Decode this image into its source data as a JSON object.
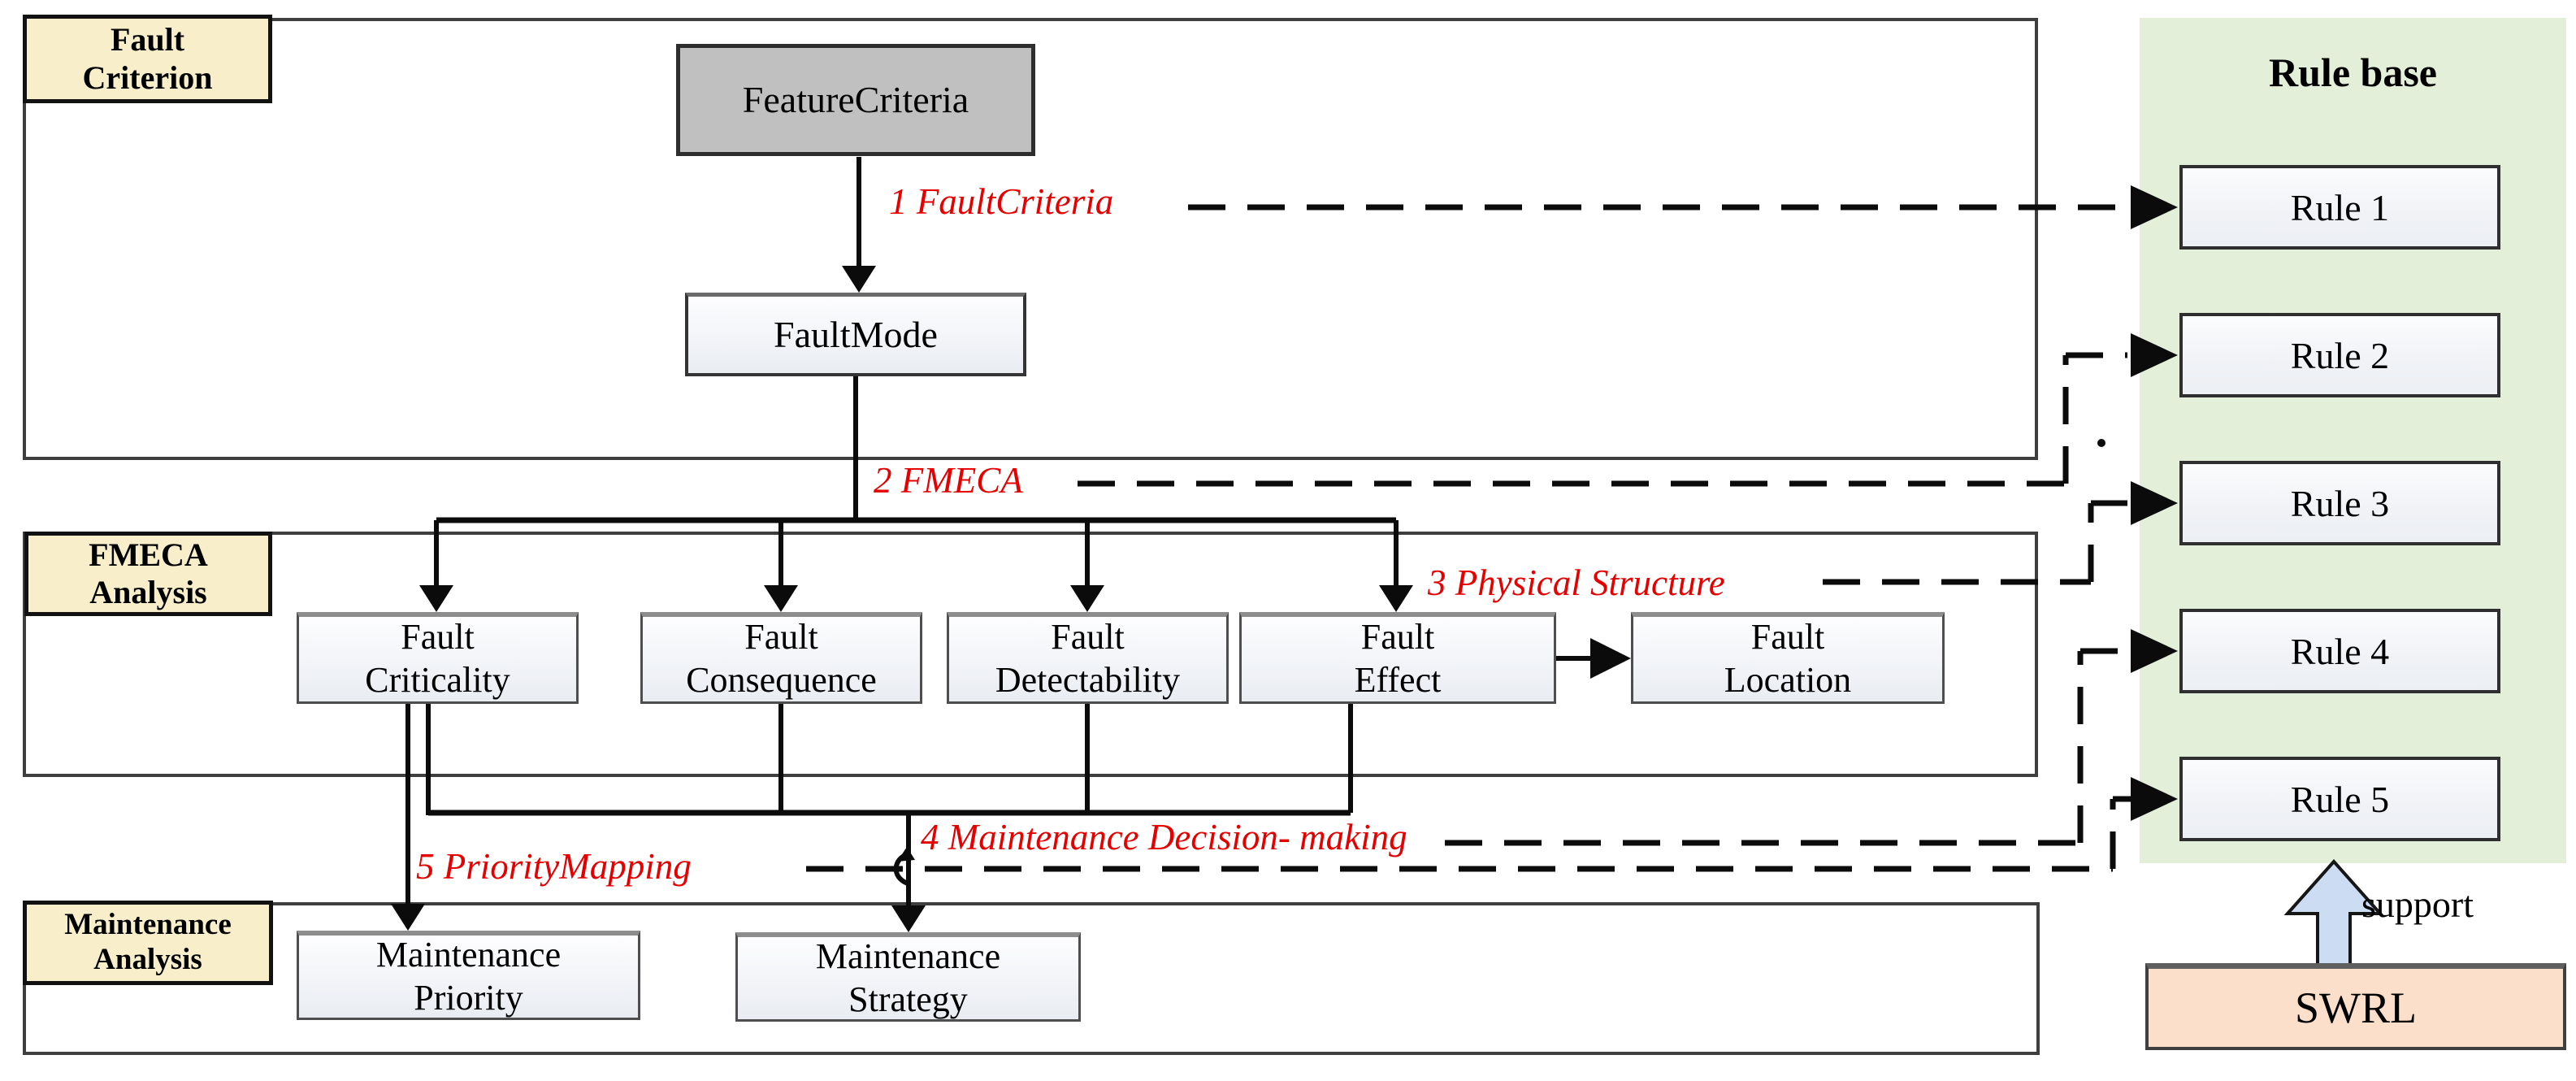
{
  "sections": [
    {
      "label_lines": [
        "Fault",
        "Criterion"
      ]
    },
    {
      "label_lines": [
        "FMECA",
        "Analysis"
      ]
    },
    {
      "label_lines": [
        "Maintenance",
        "Analysis"
      ]
    }
  ],
  "nodes": {
    "feature_criteria": {
      "label": "FeatureCriteria"
    },
    "fault_mode": {
      "label": "FaultMode"
    },
    "fault_criticality": {
      "label_lines": [
        "Fault",
        "Criticality"
      ]
    },
    "fault_consequence": {
      "label_lines": [
        "Fault",
        "Consequence"
      ]
    },
    "fault_detectability": {
      "label_lines": [
        "Fault",
        "Detectability"
      ]
    },
    "fault_effect": {
      "label_lines": [
        "Fault",
        "Effect"
      ]
    },
    "fault_location": {
      "label_lines": [
        "Fault",
        "Location"
      ]
    },
    "maintenance_priority": {
      "label_lines": [
        "Maintenance",
        "Priority"
      ]
    },
    "maintenance_strategy": {
      "label_lines": [
        "Maintenance",
        "Strategy"
      ]
    }
  },
  "edge_labels": [
    {
      "text": "1 FaultCriteria"
    },
    {
      "text": "2 FMECA"
    },
    {
      "text": "3 Physical Structure"
    },
    {
      "text": "4 Maintenance Decision- making"
    },
    {
      "text": "5 PriorityMapping"
    }
  ],
  "rule_base": {
    "title": "Rule base",
    "rules": [
      "Rule 1",
      "Rule 2",
      "Rule 3",
      "Rule 4",
      "Rule 5"
    ],
    "swrl_label": "SWRL",
    "support_label": "support"
  },
  "colors": {
    "section-label-bg": "#f8eeca",
    "feature-bg": "#c0c0c0",
    "rule-panel-bg": "#e4efda",
    "swrl-bg": "#fcdfca",
    "support-arrow": "#ccdcf2",
    "edge-label": "#e60000",
    "line": "#0b0b0b"
  }
}
